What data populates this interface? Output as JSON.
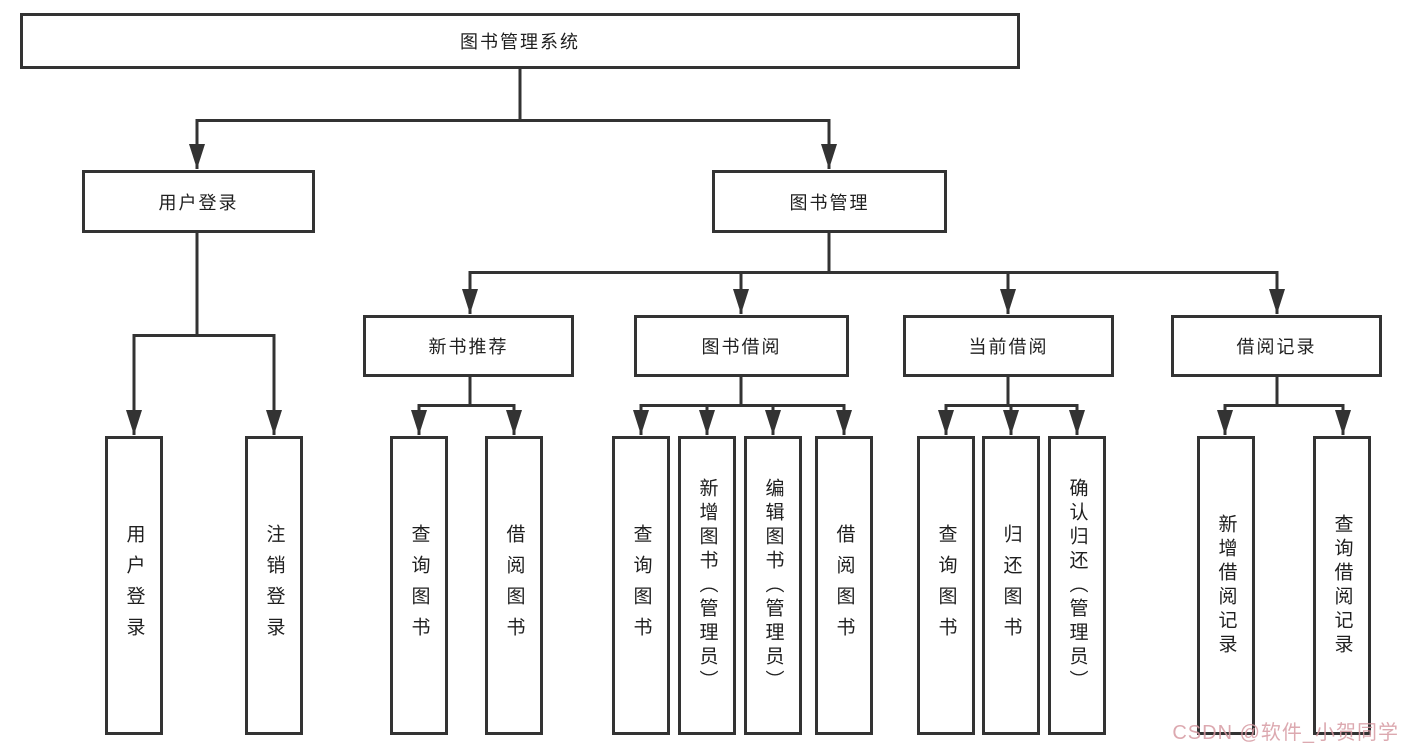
{
  "page": {
    "background": "#ffffff",
    "line_color": "#333333",
    "text_color": "#1f1f1f"
  },
  "diagram": {
    "root": {
      "label": "图书管理系统",
      "children": [
        {
          "label": "用户登录",
          "children": [
            {
              "label": "用户登录"
            },
            {
              "label": "注销登录"
            }
          ]
        },
        {
          "label": "图书管理",
          "children": [
            {
              "label": "新书推荐",
              "children": [
                {
                  "label": "查询图书"
                },
                {
                  "label": "借阅图书"
                }
              ]
            },
            {
              "label": "图书借阅",
              "children": [
                {
                  "label": "查询图书"
                },
                {
                  "label": "新增图书（管理员）"
                },
                {
                  "label": "编辑图书（管理员）"
                },
                {
                  "label": "借阅图书"
                }
              ]
            },
            {
              "label": "当前借阅",
              "children": [
                {
                  "label": "查询图书"
                },
                {
                  "label": "归还图书"
                },
                {
                  "label": "确认归还（管理员）"
                }
              ]
            },
            {
              "label": "借阅记录",
              "children": [
                {
                  "label": "新增借阅记录"
                },
                {
                  "label": "查询借阅记录"
                }
              ]
            }
          ]
        }
      ]
    }
  },
  "watermark": {
    "text": "CSDN @软件_小贺同学",
    "color": "#d79ba3",
    "style": "color:#d79ba3"
  }
}
